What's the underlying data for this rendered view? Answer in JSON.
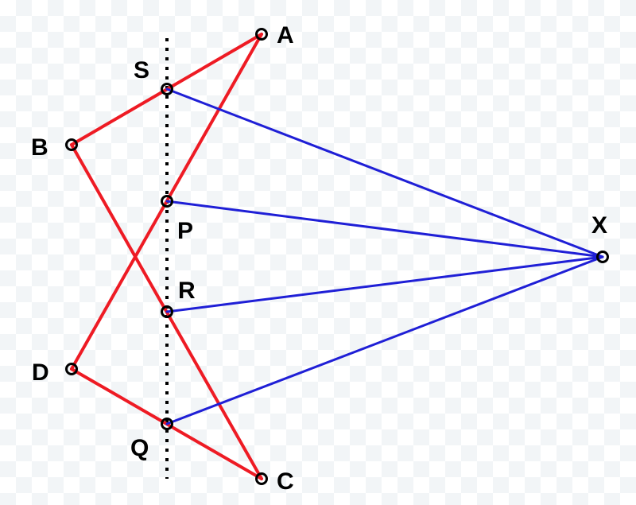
{
  "colors": {
    "red": "#ee1b24",
    "blue": "#1f1fd6",
    "black": "#000000",
    "point_stroke": "#000000"
  },
  "points": [
    {
      "id": "A",
      "label": "A"
    },
    {
      "id": "B",
      "label": "B"
    },
    {
      "id": "C",
      "label": "C"
    },
    {
      "id": "D",
      "label": "D"
    },
    {
      "id": "S",
      "label": "S"
    },
    {
      "id": "P",
      "label": "P"
    },
    {
      "id": "R",
      "label": "R"
    },
    {
      "id": "Q",
      "label": "Q"
    },
    {
      "id": "X",
      "label": "X"
    }
  ],
  "red_segments": [
    [
      "B",
      "A"
    ],
    [
      "B",
      "C"
    ],
    [
      "D",
      "A"
    ],
    [
      "D",
      "C"
    ]
  ],
  "blue_segments": [
    [
      "S",
      "X"
    ],
    [
      "P",
      "X"
    ],
    [
      "R",
      "X"
    ],
    [
      "Q",
      "X"
    ]
  ],
  "dotted_line": {
    "style": "dotted",
    "color": "#000000"
  }
}
